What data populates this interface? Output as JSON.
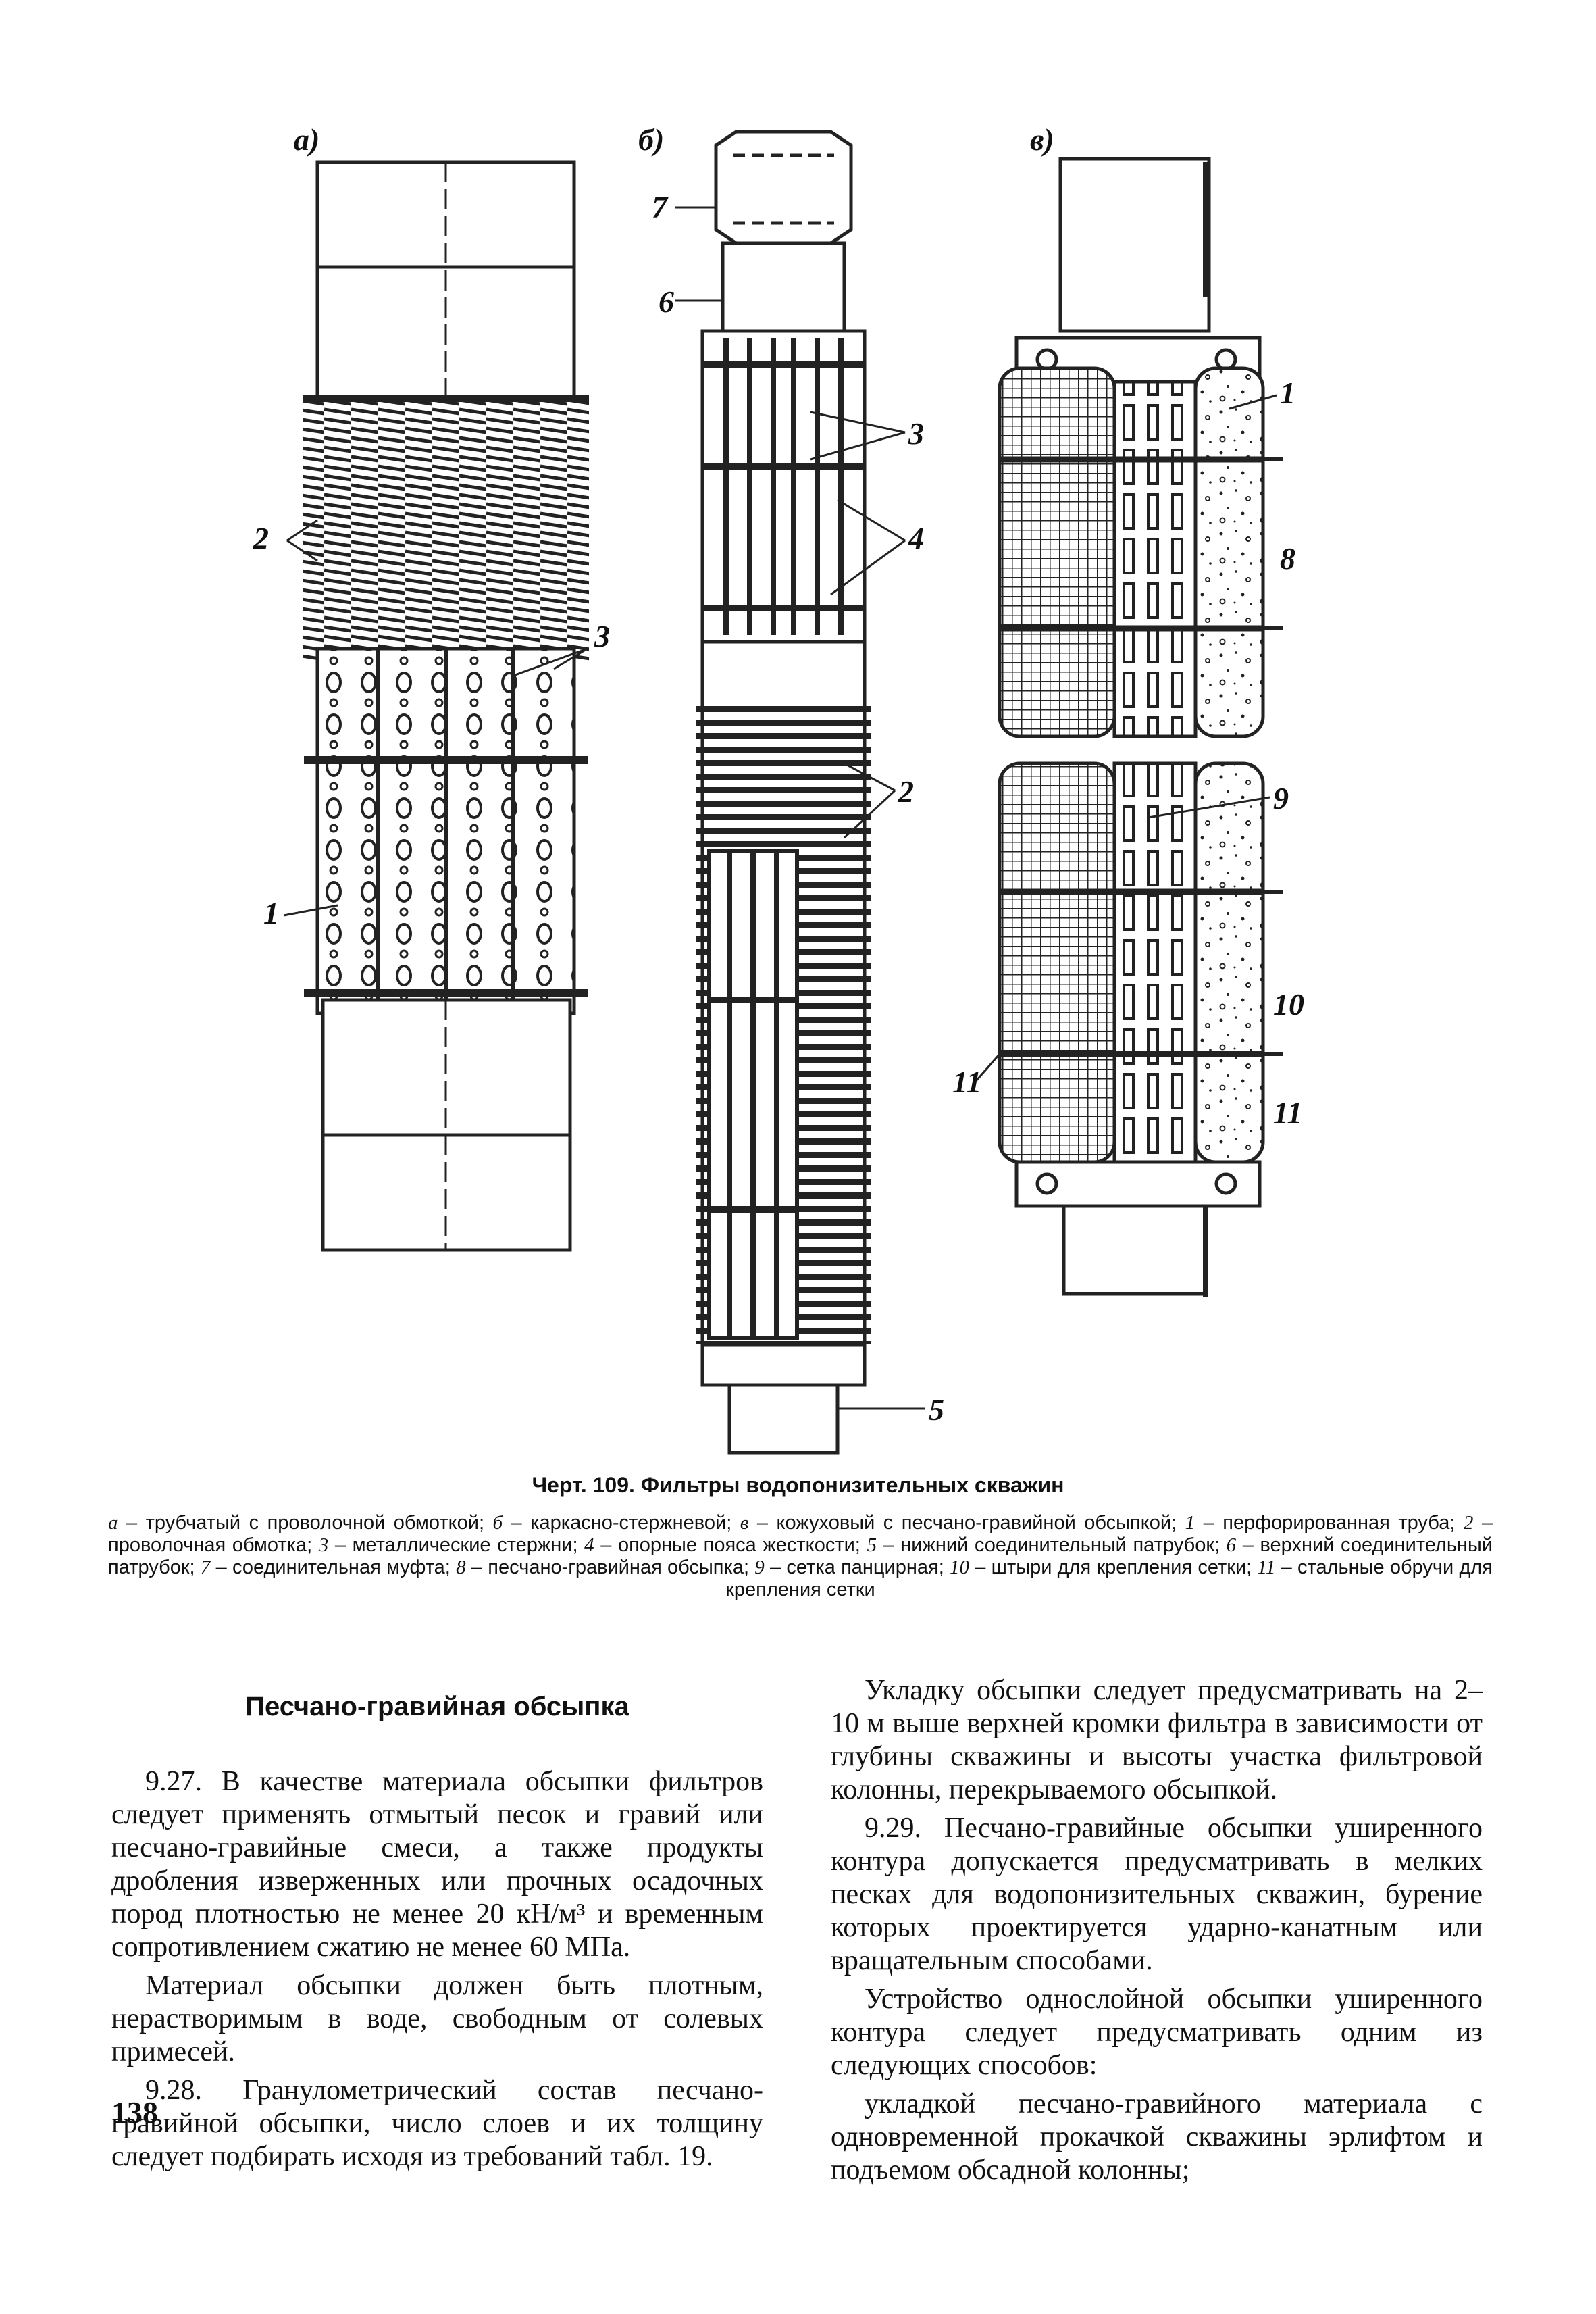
{
  "figure": {
    "panel_labels": [
      "а)",
      "б)",
      "в)"
    ],
    "callouts": {
      "a_2": "2",
      "a_3": "3",
      "a_1": "1",
      "b_7": "7",
      "b_6": "6",
      "b_3": "3",
      "b_4": "4",
      "b_2": "2",
      "b_5": "5",
      "c_1": "1",
      "c_8": "8",
      "c_9": "9",
      "c_10": "10",
      "c_11a": "11",
      "c_11b": "11"
    }
  },
  "caption": {
    "title": "Черт. 109. Фильтры водопонизительных скважин",
    "legend": [
      {
        "key": "а",
        "text": " – трубчатый с проволочной обмоткой; "
      },
      {
        "key": "б",
        "text": " – каркасно-стержневой; "
      },
      {
        "key": "в",
        "text": " – кожуховый с песчано-гравийной обсыпкой; "
      },
      {
        "key": "1",
        "text": " – перфорированная труба; "
      },
      {
        "key": "2",
        "text": " – проволочная обмотка; "
      },
      {
        "key": "3",
        "text": " – металлические стержни; "
      },
      {
        "key": "4",
        "text": " – опорные пояса жесткости; "
      },
      {
        "key": "5",
        "text": " – нижний соединительный патрубок; "
      },
      {
        "key": "6",
        "text": " – верхний соединительный патрубок; "
      },
      {
        "key": "7",
        "text": " – соединительная муфта; "
      },
      {
        "key": "8",
        "text": " – песчано-гравийная обсыпка; "
      },
      {
        "key": "9",
        "text": " – сетка панцирная; "
      },
      {
        "key": "10",
        "text": " – штыри для крепления сетки; "
      },
      {
        "key": "11",
        "text": " – стальные обручи для крепления сетки"
      }
    ]
  },
  "left_column": {
    "heading": "Песчано-гравийная обсыпка",
    "p1": "9.27. В качестве материала обсыпки фильтров следует применять отмытый песок и гравий или песчано-гравийные смеси, а также продукты дробления изверженных или прочных осадочных пород плотностью не менее 20 кН/м³ и временным сопротивлением сжатию не менее 60 МПа.",
    "p2": "Материал обсыпки должен быть плотным, нерастворимым в воде, свободным от солевых примесей.",
    "p3": "9.28. Гранулометрический состав песчано-гравийной обсыпки, число слоев и их толщину следует подбирать исходя из требований табл. 19."
  },
  "right_column": {
    "p1": "Укладку обсыпки следует предусматривать на 2–10 м выше верхней кромки фильтра в зависимости от глубины скважины и высоты участка фильтровой колонны, перекрываемого обсыпкой.",
    "p2": "9.29. Песчано-гравийные обсыпки уширенного контура допускается предусматривать в мелких песках для водопонизительных скважин, бурение которых проектируется ударно-канатным или вращательным способами.",
    "p3": "Устройство однослойной обсыпки уширенного контура следует предусматривать одним из следующих способов:",
    "p4": "укладкой песчано-гравийного материала с одновременной прокачкой скважины эрлифтом и подъемом обсадной колонны;"
  },
  "page_number": "138"
}
